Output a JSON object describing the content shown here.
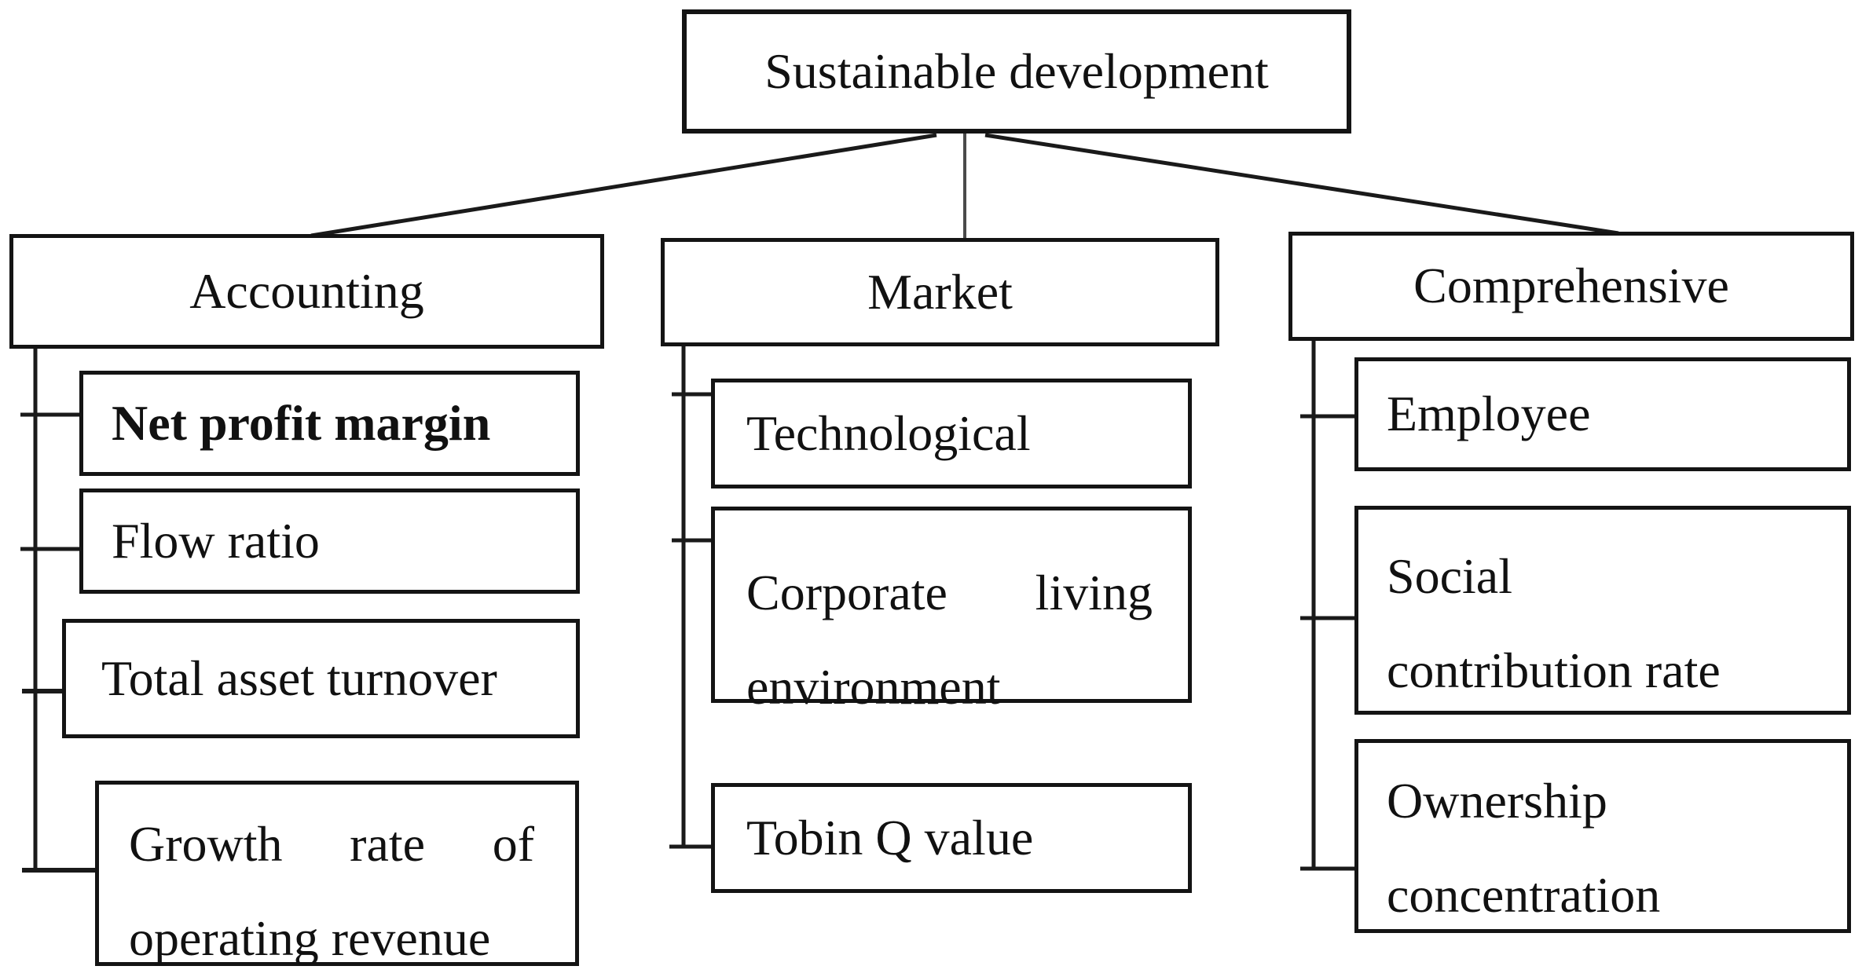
{
  "diagram": {
    "root": {
      "label": "Sustainable development"
    },
    "columns": [
      {
        "header": "Accounting",
        "items": [
          {
            "label": "Net profit margin"
          },
          {
            "label": "Flow ratio"
          },
          {
            "label": "Total asset turnover"
          },
          {
            "line1": "Growth rate of",
            "line2": "operating revenue"
          }
        ]
      },
      {
        "header": "Market",
        "items": [
          {
            "label": "Technological"
          },
          {
            "line1": "Corporate living",
            "line2": "environment"
          },
          {
            "label": "Tobin Q value"
          }
        ]
      },
      {
        "header": "Comprehensive",
        "items": [
          {
            "label": "Employee"
          },
          {
            "line1": "Social",
            "line2": "contribution rate"
          },
          {
            "line1": "Ownership",
            "line2": "concentration"
          }
        ]
      }
    ],
    "colors": {
      "background": "#ffffff",
      "border": "#141414",
      "text": "#111111",
      "line": "#1a1a1a"
    }
  }
}
